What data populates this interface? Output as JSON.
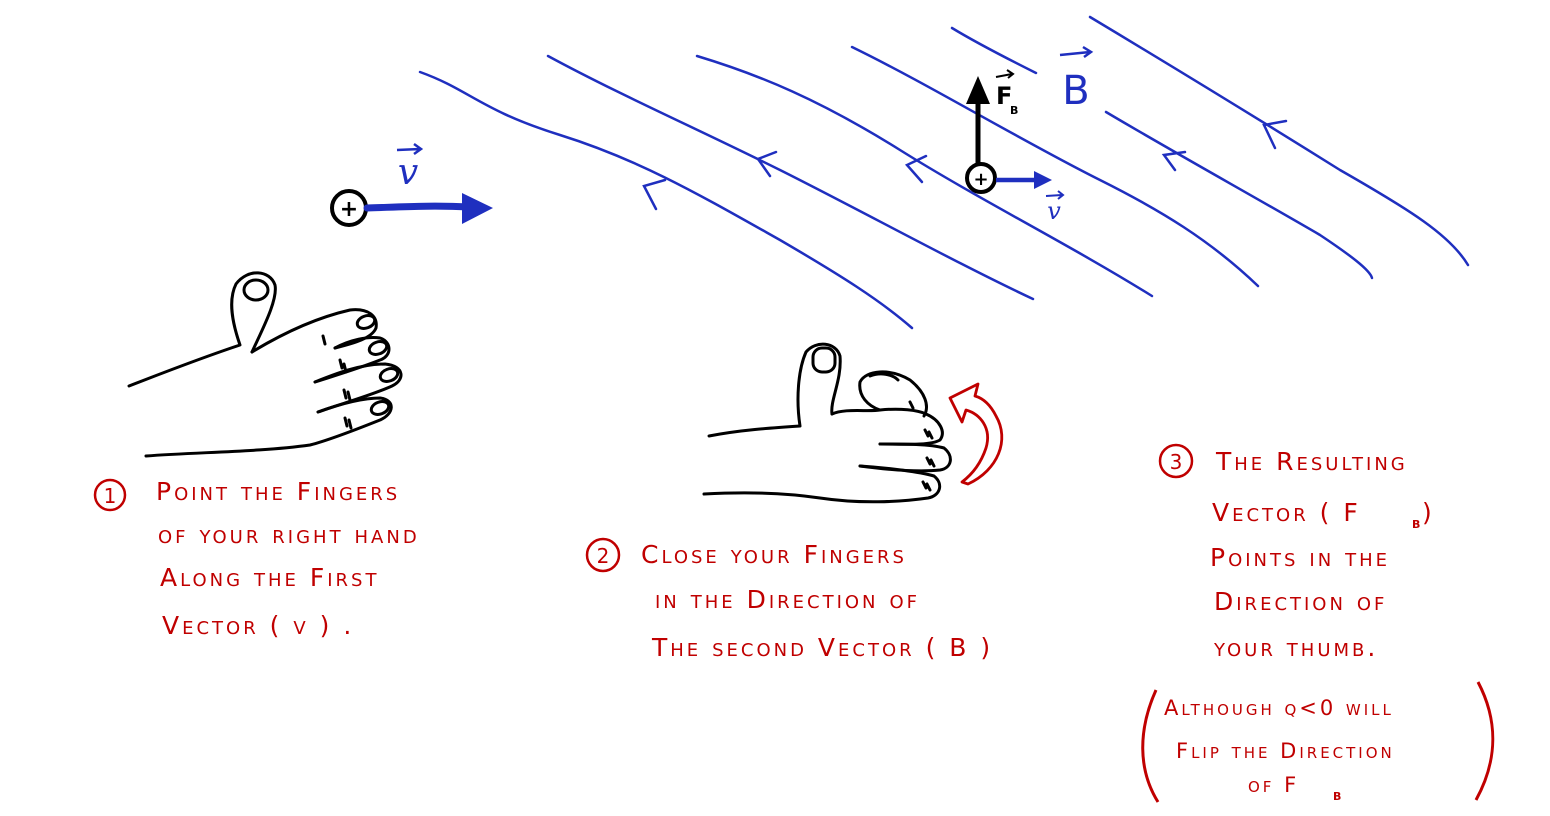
{
  "colors": {
    "field_lines": "#1f2fbf",
    "velocity": "#1f2fbf",
    "force": "#000000",
    "instructions": "#c00000"
  },
  "labels": {
    "velocity_main": "v",
    "velocity_small": "v",
    "field": "B",
    "force": "F",
    "force_sub": "B",
    "charge": "+"
  },
  "steps": [
    {
      "number": "1",
      "lines": [
        "Point the Fingers",
        "of your right hand",
        "Along the First",
        "Vector ( v ) ."
      ]
    },
    {
      "number": "2",
      "lines": [
        "Close your Fingers",
        "in the Direction of",
        "The second Vector ( B )"
      ]
    },
    {
      "number": "3",
      "lines": [
        "The Resulting",
        "Vector ( F",
        "Points in the",
        "Direction of",
        "your thumb."
      ]
    }
  ],
  "note": {
    "lines": [
      "Although q<0 will",
      "Flip the Direction",
      "of F"
    ]
  }
}
